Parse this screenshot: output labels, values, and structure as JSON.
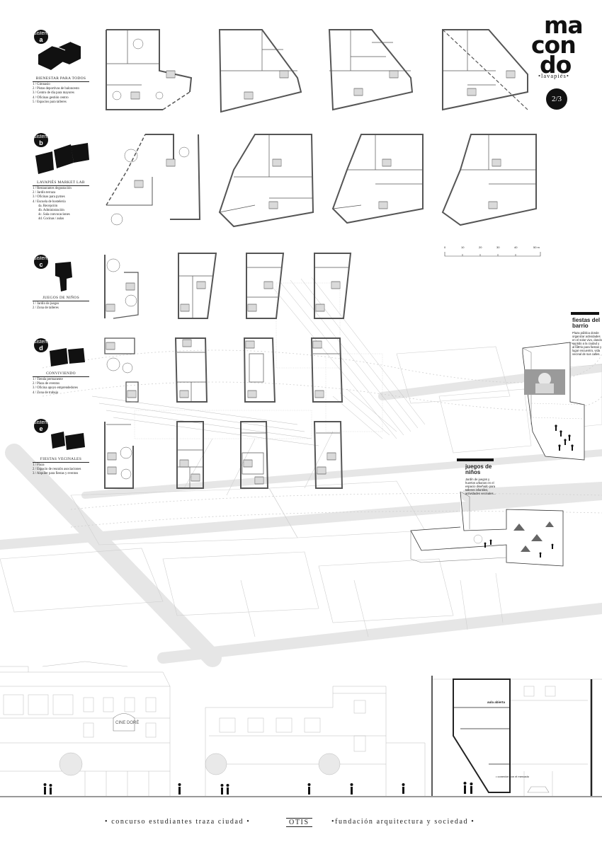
{
  "logo": {
    "lines": [
      "ma",
      "con",
      "do"
    ],
    "subtitle": "•lavapiés•",
    "sheet": "2/3"
  },
  "sections": [
    {
      "badge_label": "sistema",
      "letter": "a",
      "title": "BIENESTAR PARA TODOS",
      "items": [
        "1 / Gimnasio",
        "2 / Pistas deportivas de baloncesto",
        "3 / Centro de día para mayores",
        "4 / Oficinas gestión centro",
        "5 / Espacios para talleres"
      ]
    },
    {
      "badge_label": "sistema",
      "letter": "b",
      "title": "LAVAPIÉS MARKET LAB",
      "items": [
        "1 / Restaurantes degustación",
        "2 / Jardín terraza",
        "3 / Oficinas para pymes",
        "4 / Escuela de hostelería",
        "4a. Recepción",
        "4b. Administración",
        "4c. Sala convocaciones",
        "4d. Cocinas / aulas"
      ]
    },
    {
      "badge_label": "sistema",
      "letter": "c",
      "title": "JUEGOS DE NIÑOS",
      "items": [
        "1 / Jardín de juegos",
        "2 / Zona de talleres"
      ]
    },
    {
      "badge_label": "sistema",
      "letter": "d",
      "title": "CONVIVIENDO",
      "items": [
        "1 / Tienda permanente",
        "2 / Plaza de eventos",
        "3 / Oficina apoyo emprendedores",
        "4 / Zona de trabajo"
      ]
    },
    {
      "badge_label": "sistema",
      "letter": "e",
      "title": "FIESTAS VECINALES",
      "items": [
        "1 / Plaza",
        "2 / Espacio de reunión asociaciones",
        "3 / Alquiler para fiestas y eventos"
      ]
    }
  ],
  "scale_labels": [
    "0",
    "10",
    "20",
    "30",
    "40",
    "50 m"
  ],
  "callouts": {
    "fiestas": {
      "title": "fiestas del barrio",
      "text": "Plaza pública donde organizar actividades en el solar vivo, dando sentido a la ciudad y al barrio para fiestas y lugar encuentro, vida vecinal de sus calles."
    },
    "juegos": {
      "title": "juegos de niños",
      "text": "Jardín de juegos y huertos urbanos en el espacio diseñado para talleres infantiles, actividades vecinales..."
    }
  },
  "facade_labels": {
    "cine": "CINE DORÉ",
    "section_label": "aula abierta",
    "section_note": "• conexión con el mercado"
  },
  "footer": {
    "left": "• concurso estudiantes traza ciudad •",
    "center": "OTIS",
    "right": "•fundación arquitectura y sociedad •"
  },
  "colors": {
    "ink": "#111111",
    "line": "#555555",
    "context": "#cccccc",
    "path": "#e3e3e3"
  }
}
